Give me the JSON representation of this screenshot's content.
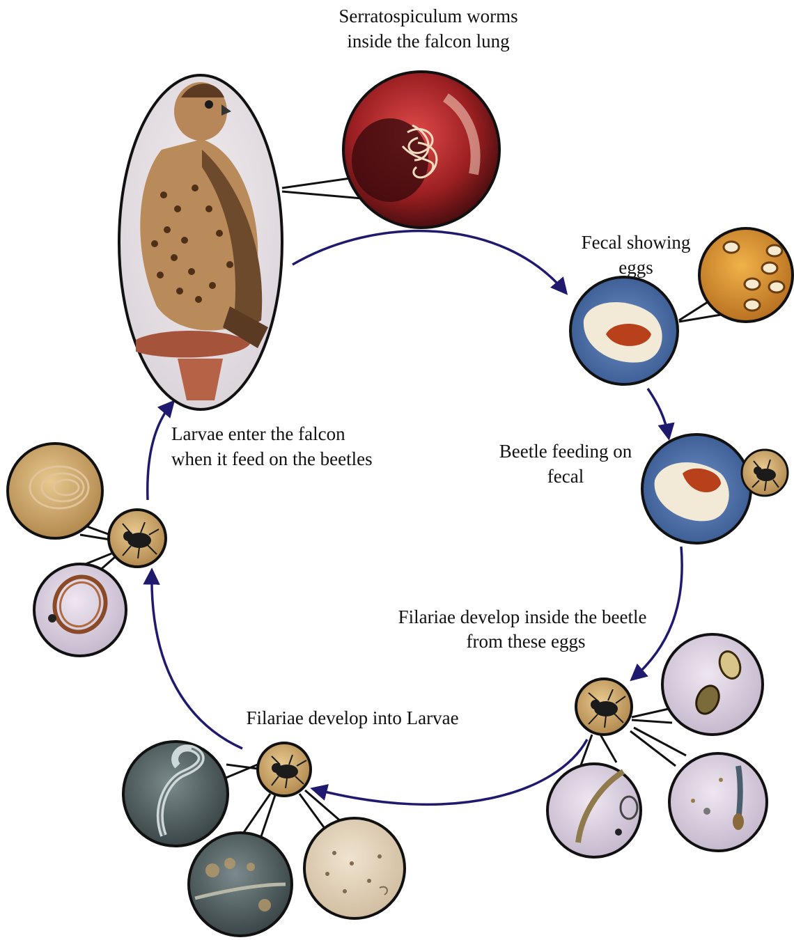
{
  "labels": {
    "worms_line1": "Serratospiculum worms",
    "worms_line2": "inside the falcon lung",
    "fecal_line1": "Fecal showing",
    "fecal_line2": "eggs",
    "beetle_line1": "Beetle feeding on",
    "beetle_line2": "fecal",
    "filariae_line1": "Filariae develop inside the beetle",
    "filariae_line2": "from these eggs",
    "larvae_dev": "Filariae develop into Larvae",
    "larvae_enter_line1": "Larvae enter the falcon",
    "larvae_enter_line2": "when it feed on the beetles"
  },
  "colors": {
    "cycle_arrow": "#1f1a6e",
    "outline": "#111111",
    "beetle_disc": "#c98a4a",
    "fecal_blue": "#3e64a0",
    "micro_tan": "#c9a76a",
    "micro_lilac": "#d4c7dd",
    "micro_dark": "#4b5a5c"
  },
  "icons": {
    "falcon": "falcon-photo-icon",
    "lung": "lung-worms-photo-icon",
    "beetle": "beetle-icon",
    "egg": "egg-micrograph-icon",
    "larva": "larva-micrograph-icon"
  }
}
